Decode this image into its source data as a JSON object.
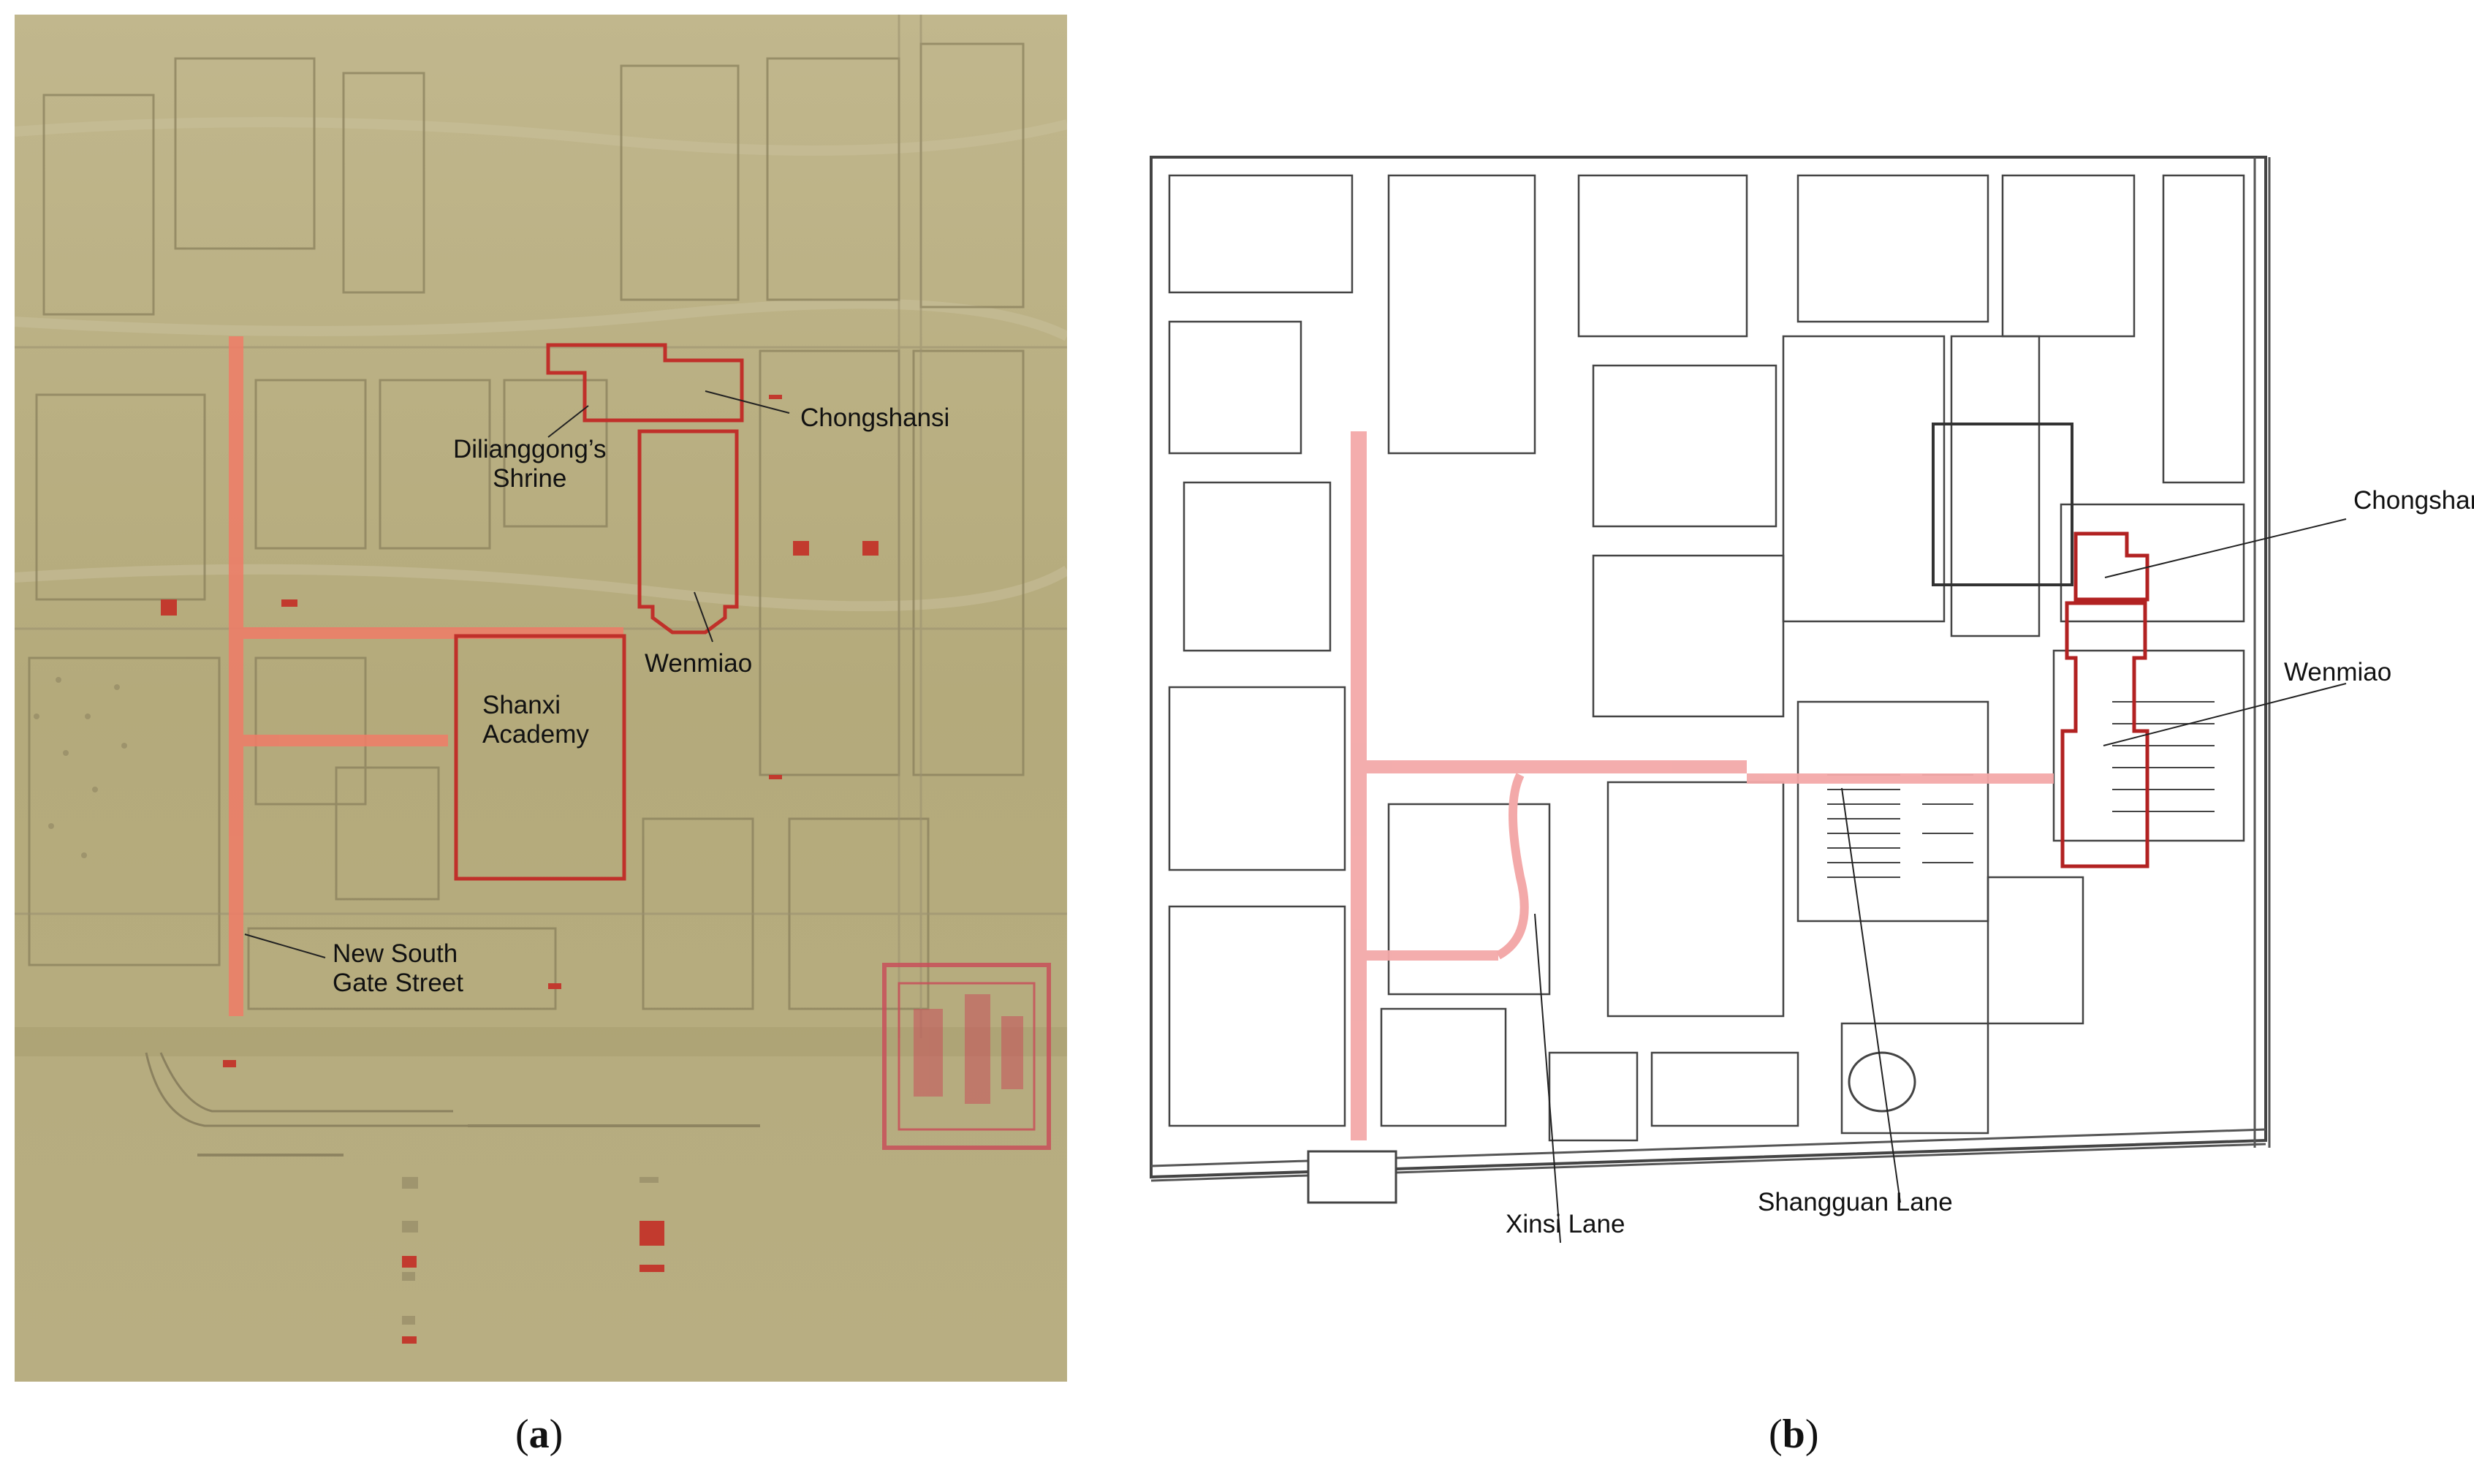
{
  "figure": {
    "panel_a": {
      "caption_letter": "a",
      "labels": {
        "chongshansi": "Chongshansi",
        "dilianggong_line1": "Dilianggong’s",
        "dilianggong_line2": "Shrine",
        "wenmiao": "Wenmiao",
        "shanxi_line1": "Shanxi",
        "shanxi_line2": "Academy",
        "newsouth_line1": "New South",
        "newsouth_line2": "Gate Street"
      },
      "colors": {
        "paper": "#b5ab7d",
        "ink": "#7f7658",
        "road": "#ee7d68",
        "outline": "#c0302a",
        "seal": "#c8505a"
      }
    },
    "panel_b": {
      "caption_letter": "b",
      "labels": {
        "chongshansi": "Chongshansi",
        "wenmiao": "Wenmiao",
        "xinsi": "Xinsi Lane",
        "shangguan": "Shangguan Lane"
      },
      "colors": {
        "paper": "#ffffff",
        "ink": "#333333",
        "road": "#f3a9a9",
        "outline": "#b22222"
      }
    }
  }
}
